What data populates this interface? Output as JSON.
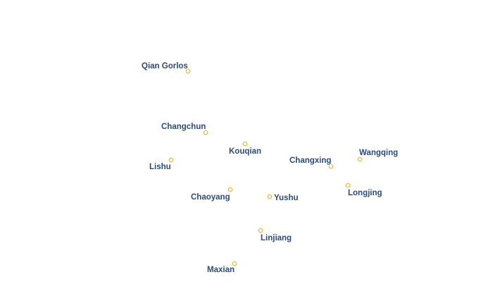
{
  "map": {
    "colors": {
      "dot_stroke": "#f0b43c",
      "label_fill": "#2b4a7a",
      "label_halo": "#ffffff"
    },
    "cities": [
      {
        "id": "qian-gorlos",
        "name": "Qian Gorlos"
      },
      {
        "id": "changchun",
        "name": "Changchun"
      },
      {
        "id": "kouqian",
        "name": "Kouqian"
      },
      {
        "id": "lishu",
        "name": "Lishu"
      },
      {
        "id": "changxing",
        "name": "Changxing"
      },
      {
        "id": "wangqing",
        "name": "Wangqing"
      },
      {
        "id": "longjing",
        "name": "Longjing"
      },
      {
        "id": "chaoyang",
        "name": "Chaoyang"
      },
      {
        "id": "yushu",
        "name": "Yushu"
      },
      {
        "id": "linjiang",
        "name": "Linjiang"
      },
      {
        "id": "maxian",
        "name": "Maxian"
      }
    ]
  }
}
